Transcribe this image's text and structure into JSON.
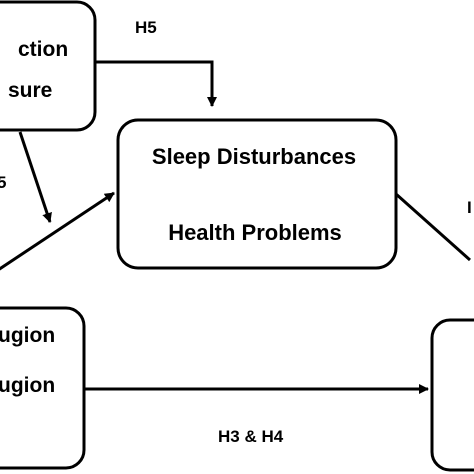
{
  "colors": {
    "stroke": "#000000",
    "fill": "#ffffff",
    "text": "#000000"
  },
  "boxes": {
    "top_left": {
      "line1": "ction",
      "line2": "sure"
    },
    "center": {
      "line1": "Sleep Disturbances",
      "line2": "Health Problems"
    },
    "bottom_left": {
      "line1": "ugion",
      "line2": "ugion"
    },
    "bottom_right": {}
  },
  "labels": {
    "h5": "H5",
    "left_partial": "5",
    "h3_h4": "H3 & H4",
    "right_partial": "I"
  }
}
